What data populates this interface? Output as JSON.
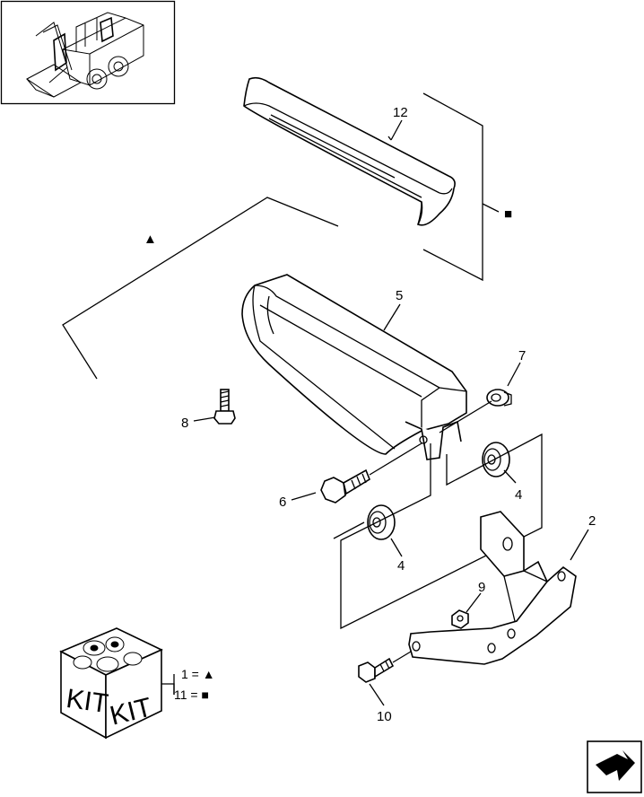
{
  "callouts": {
    "n12": "12",
    "n5": "5",
    "n7": "7",
    "n8": "8",
    "n6": "6",
    "n4a": "4",
    "n4b": "4",
    "n2": "2",
    "n9": "9",
    "n10": "10"
  },
  "markers": {
    "triangle": "▲",
    "square": "■"
  },
  "kit": {
    "label_left": "KIT",
    "label_right": "KIT",
    "legend": [
      {
        "text": "1 = ▲"
      },
      {
        "text": "11 = ■"
      }
    ]
  },
  "icons": {
    "machine_thumbnail": "skid-steer-loader-icon",
    "navigation": "next-page-arrow-icon"
  }
}
